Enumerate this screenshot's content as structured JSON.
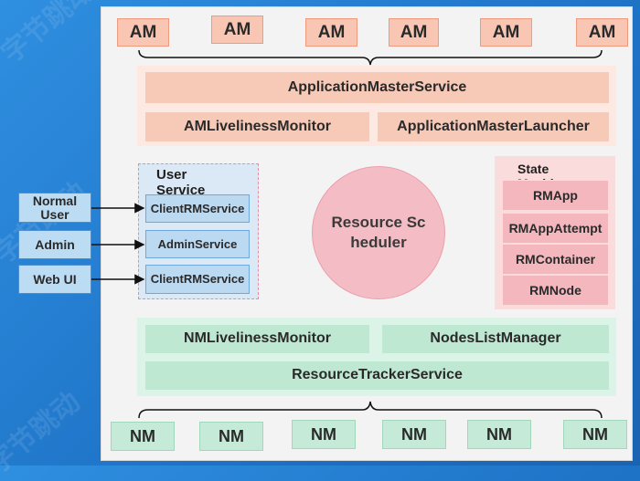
{
  "am_nodes": [
    "AM",
    "AM",
    "AM",
    "AM",
    "AM",
    "AM"
  ],
  "nm_nodes": [
    "NM",
    "NM",
    "NM",
    "NM",
    "NM",
    "NM"
  ],
  "am_section": {
    "master_service": "ApplicationMasterService",
    "liveliness_monitor": "AMLivelinessMonitor",
    "launcher": "ApplicationMasterLauncher"
  },
  "nm_section": {
    "liveliness_monitor": "NMLivelinessMonitor",
    "nodes_list_manager": "NodesListManager",
    "tracker_service": "ResourceTrackerService"
  },
  "user_service": {
    "title": "User Service",
    "services": [
      "ClientRMService",
      "AdminService",
      "ClientRMService"
    ]
  },
  "clients": [
    "Normal User",
    "Admin",
    "Web UI"
  ],
  "scheduler": "Resource Scheduler",
  "state_machine": {
    "title": "State Machine",
    "items": [
      "RMApp",
      "RMAppAttempt",
      "RMContainer",
      "RMNode"
    ]
  },
  "watermark": "字节跳动"
}
